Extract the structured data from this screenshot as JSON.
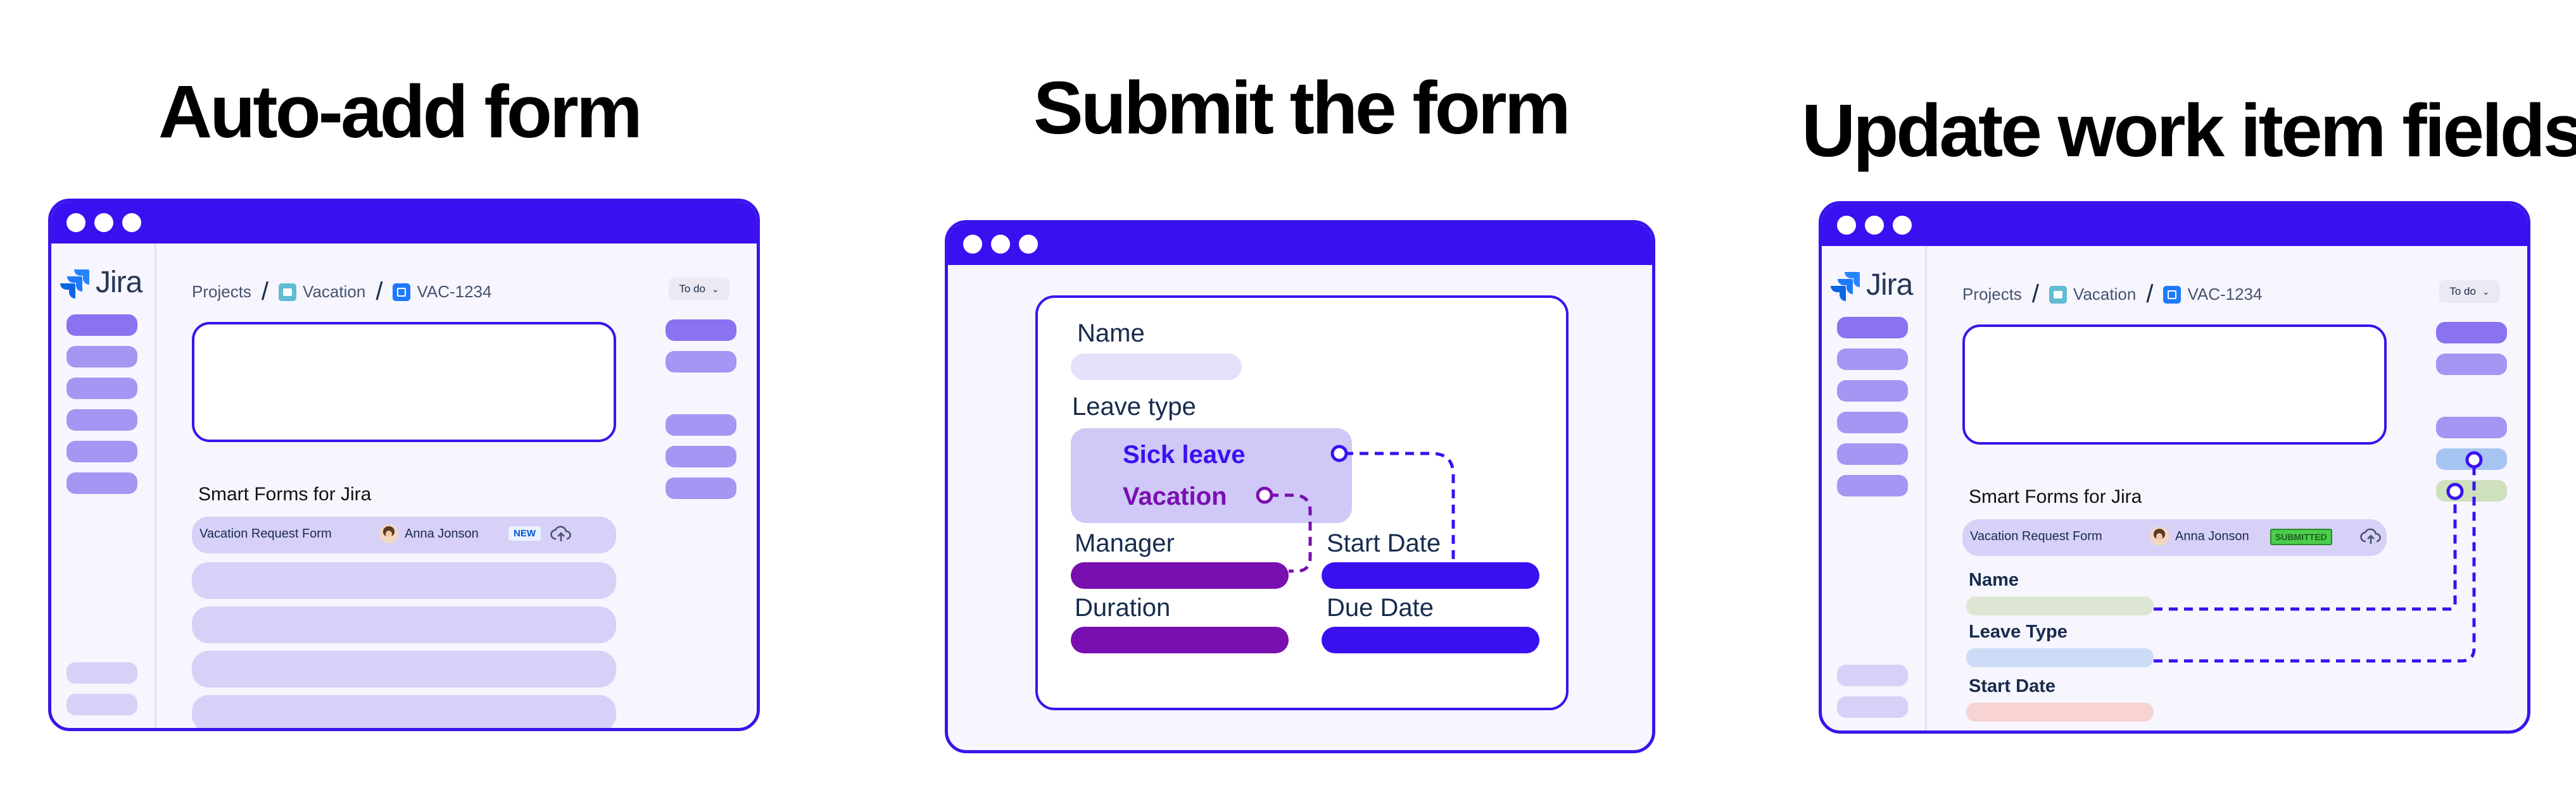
{
  "colors": {
    "brand": "#3a10f0",
    "accent_purple": "#7a0fb0",
    "light_lavender": "#d7d0f7",
    "pill_medium": "#a496f2",
    "pill_dark": "#8a72f0"
  },
  "headings": {
    "auto_add": "Auto-add form",
    "submit": "Submit the form",
    "update": "Update work item fields"
  },
  "jira": {
    "logo_text": "Jira",
    "breadcrumb_projects": "Projects",
    "breadcrumb_project": "Vacation",
    "breadcrumb_issue": "VAC-1234",
    "status_label": "To do",
    "section_title": "Smart Forms for Jira",
    "form_name": "Vacation Request Form",
    "assignee": "Anna Jonson",
    "badge_new": "NEW",
    "badge_submitted": "SUBMITTED"
  },
  "submit_form": {
    "name_label": "Name",
    "leave_type_label": "Leave type",
    "option_sick": "Sick leave",
    "option_vacation": "Vacation",
    "manager_label": "Manager",
    "start_date_label": "Start Date",
    "duration_label": "Duration",
    "due_date_label": "Due Date"
  },
  "update_fields": {
    "name_label": "Name",
    "leave_type_label": "Leave Type",
    "start_date_label": "Start Date"
  }
}
